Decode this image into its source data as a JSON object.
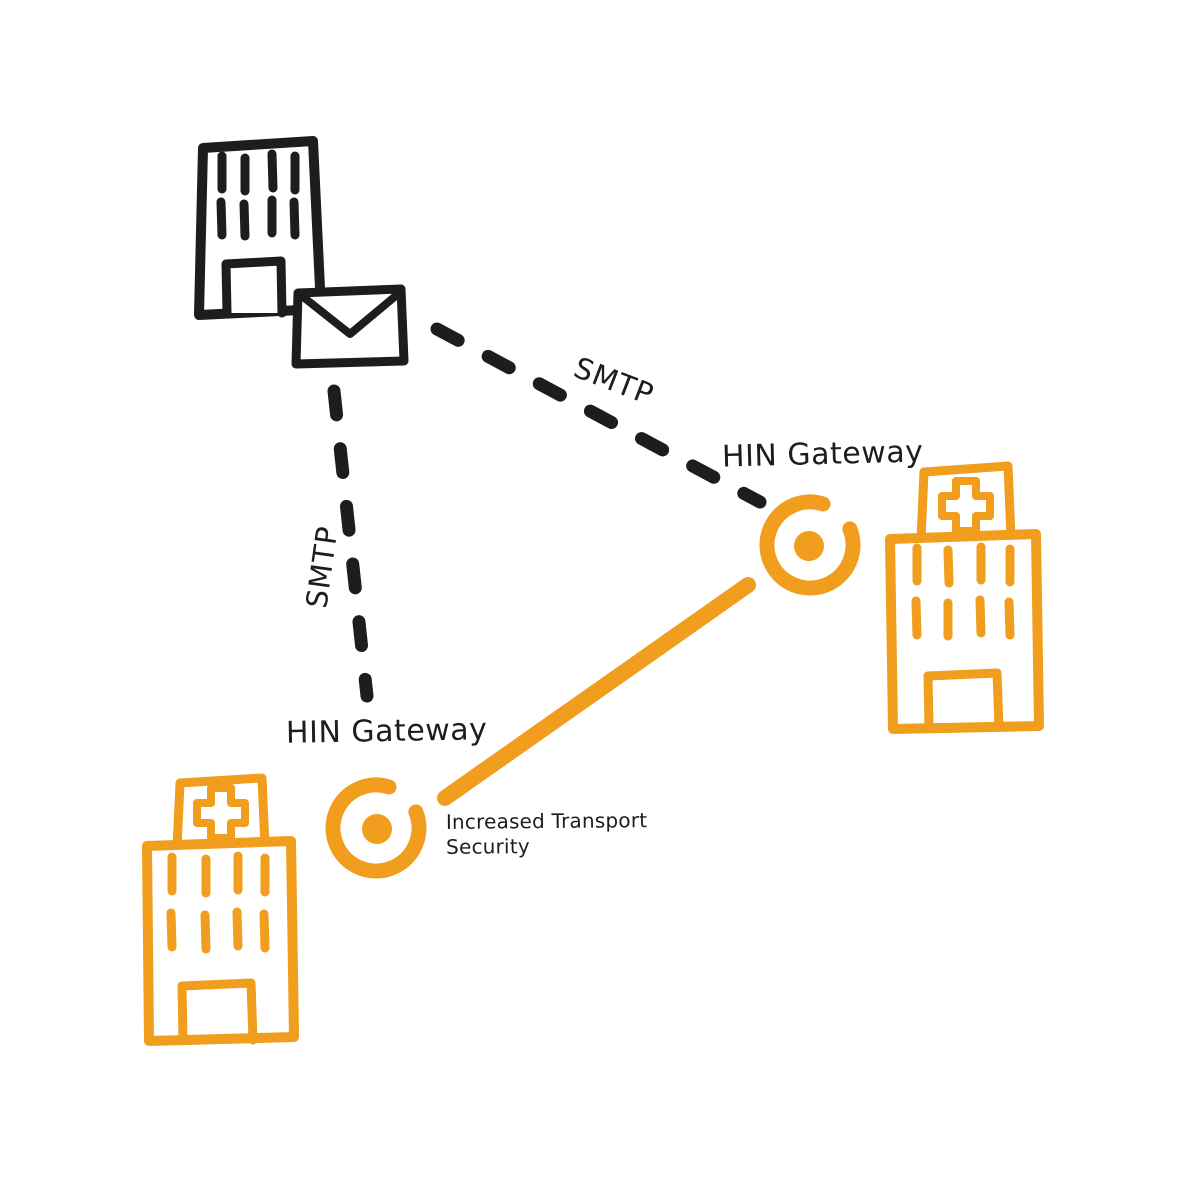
{
  "colors": {
    "accent_orange": "#F19D1D",
    "ink_black": "#1D1D1B",
    "background": "#FFFFFF"
  },
  "labels": {
    "gateway_top_right": "HIN Gateway",
    "gateway_bottom_left": "HIN Gateway",
    "smtp_top": "SMTP",
    "smtp_left": "SMTP",
    "security_line1": "Increased Transport",
    "security_line2": "Security"
  },
  "diagram": {
    "style": "hand-drawn sketch",
    "nodes": [
      {
        "id": "sender-organization",
        "icons": [
          "office-building-icon",
          "email-envelope-icon"
        ],
        "color": "black",
        "position": "top-left"
      },
      {
        "id": "hin-gateway-top-right",
        "label": "HIN Gateway",
        "icon": "gateway-ring-icon",
        "color": "orange",
        "position": "middle-right"
      },
      {
        "id": "hospital-top-right",
        "icon": "hospital-building-icon",
        "color": "orange",
        "position": "right"
      },
      {
        "id": "hin-gateway-bottom-left",
        "label": "HIN Gateway",
        "icon": "gateway-ring-icon",
        "color": "orange",
        "position": "bottom-left"
      },
      {
        "id": "hospital-bottom-left",
        "icon": "hospital-building-icon",
        "color": "orange",
        "position": "bottom-left"
      }
    ],
    "edges": [
      {
        "from": "sender-organization",
        "to": "hin-gateway-top-right",
        "label": "SMTP",
        "style": "dashed",
        "color": "black"
      },
      {
        "from": "sender-organization",
        "to": "hin-gateway-bottom-left",
        "label": "SMTP",
        "style": "dashed",
        "color": "black"
      },
      {
        "from": "hin-gateway-bottom-left",
        "to": "hin-gateway-top-right",
        "label": "Increased Transport Security",
        "style": "solid",
        "color": "orange"
      }
    ]
  }
}
